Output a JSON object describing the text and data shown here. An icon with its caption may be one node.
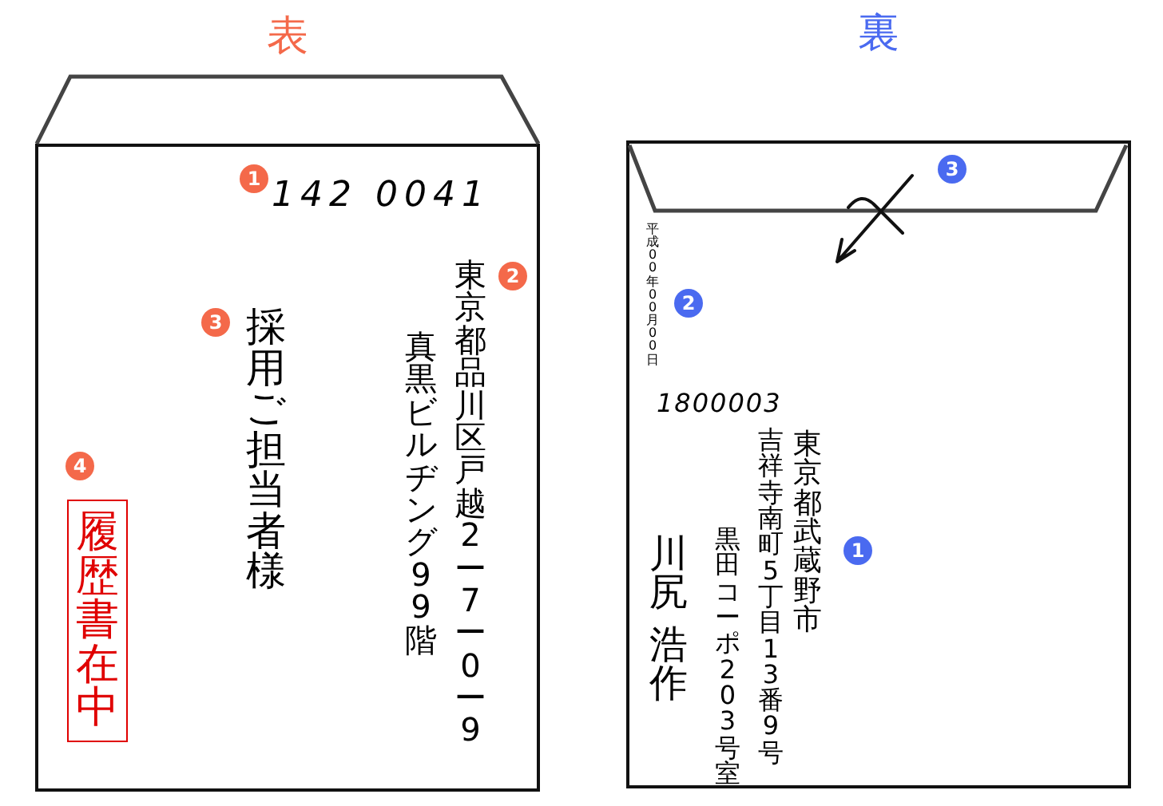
{
  "diagram": {
    "nodes": [
      {
        "text": [
          "表"
        ]
      },
      {
        "text": [
          "裏"
        ]
      },
      {
        "text": [
          "履歴書在中"
        ],
        "in": 0
      }
    ],
    "labels": [
      "1",
      "142 0041",
      "2",
      "東京都品川区戸越2ー7ー0ー9",
      "真黒ビルヂング99階",
      "3",
      "採用ご担当者様",
      "4",
      "3",
      "平成00年00月00日",
      "2",
      "1800003",
      "東京都武蔵野市",
      "1",
      "吉祥寺南町5丁目13番9号",
      "黒田コーポ203号室",
      "川尻",
      "浩作"
    ]
  }
}
